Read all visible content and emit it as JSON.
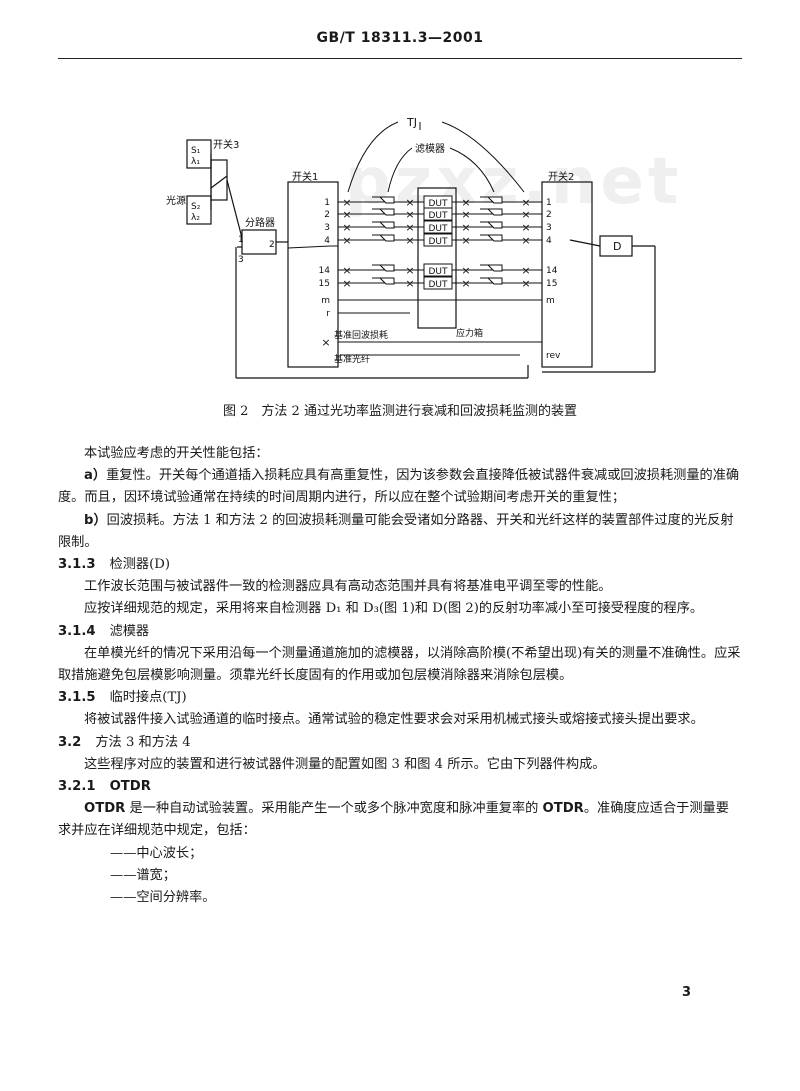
{
  "header": {
    "std": "GB/T 18311.3—2001"
  },
  "watermark": "pzxz.net",
  "figure": {
    "caption": "图 2　方法 2 通过光功率监测进行衰减和回波损耗监测的装置",
    "labels": {
      "tj": "TJ",
      "filter": "滤模器",
      "switch3": "开关3",
      "source": "光源",
      "s1": "S₁",
      "l1": "λ₁",
      "s2": "S₂",
      "l2": "λ₂",
      "splitter": "分路器",
      "sp1": "1",
      "sp2": "2",
      "sp3": "3",
      "switch1": "开关1",
      "switch2": "开关2",
      "dut": "DUT",
      "stress": "应力箱",
      "ref_return": "基准回波损耗",
      "ref_fiber": "基准光纤",
      "detector": "D",
      "ch1": "1",
      "ch2": "2",
      "ch3": "3",
      "ch4": "4",
      "ch14": "14",
      "ch15": "15",
      "chm": "m",
      "chr": "r",
      "rev": "rev",
      "x": "×"
    }
  },
  "body": {
    "p1": "本试验应考虑的开关性能包括：",
    "p2a_label": "a）",
    "p2a_text": "重复性。开关每个通道插入损耗应具有高重复性，因为该参数会直接降低被试器件衰减或回波损耗测量的准确度。而且，因环境试验通常在持续的时间周期内进行，所以应在整个试验期间考虑开关的重复性；",
    "p2b_label": "b）",
    "p2b_text": "回波损耗。方法 1 和方法 2 的回波损耗测量可能会受诸如分路器、开关和光纤这样的装置部件过度的光反射限制。",
    "s313_num": "3.1.3",
    "s313_title": "检测器(D)",
    "p3": "工作波长范围与被试器件一致的检测器应具有高动态范围并具有将基准电平调至零的性能。",
    "p4": "应按详细规范的规定，采用将来自检测器 D₁ 和 D₃(图 1)和 D(图 2)的反射功率减小至可接受程度的程序。",
    "s314_num": "3.1.4",
    "s314_title": "滤模器",
    "p5": "在单模光纤的情况下采用沿每一个测量通道施加的滤模器，以消除高阶模(不希望出现)有关的测量不准确性。应采取措施避免包层模影响测量。须靠光纤长度固有的作用或加包层模消除器来消除包层模。",
    "s315_num": "3.1.5",
    "s315_title": "临时接点(TJ)",
    "p6": "将被试器件接入试验通道的临时接点。通常试验的稳定性要求会对采用机械式接头或熔接式接头提出要求。",
    "s32_num": "3.2",
    "s32_title": "方法 3 和方法 4",
    "p7": "这些程序对应的装置和进行被试器件测量的配置如图 3 和图 4 所示。它由下列器件构成。",
    "s321_num": "3.2.1",
    "s321_title": "OTDR",
    "p8_b1": "OTDR",
    "p8_t1": " 是一种自动试验装置。采用能产生一个或多个脉冲宽度和脉冲重复率的 ",
    "p8_b2": "OTDR",
    "p8_t2": "。准确度应适合于测量要求并应在详细规范中规定，包括：",
    "li1": "——中心波长；",
    "li2": "——谱宽；",
    "li3": "——空间分辨率。"
  },
  "page_number": "3"
}
